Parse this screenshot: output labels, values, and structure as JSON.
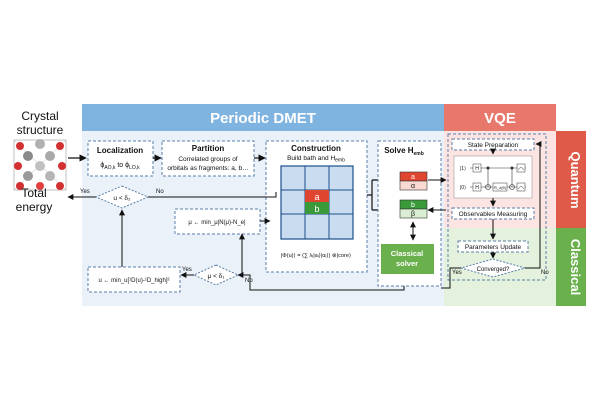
{
  "input": {
    "line1": "Crystal",
    "line2": "structure"
  },
  "output": {
    "line1": "Total",
    "line2": "energy"
  },
  "banners": {
    "dmet": "Periodic DMET",
    "vqe": "VQE",
    "quantum": "Quantum",
    "classical": "Classical"
  },
  "localization": {
    "title": "Localization",
    "formula": "ϕ",
    "sub1": "AO,k",
    "to": " to ϕ",
    "sub2": "LO,k"
  },
  "partition": {
    "title": "Partition",
    "line1": "Correlated groups of",
    "line2": "orbitals as fragments: a, b…"
  },
  "construction": {
    "title": "Construction",
    "line1": "Build bath and H",
    "line1_sub": "emb",
    "formula": "|Φ(u)⟩ = (∑ λᵢ|aᵢ⟩|αᵢ⟩) ⊗|core⟩"
  },
  "grid": {
    "a": "a",
    "b": "b"
  },
  "solve": {
    "title": "Solve H",
    "title_sub": "emb",
    "a": "a",
    "alpha": "α",
    "b": "b",
    "beta": "β"
  },
  "classical_solver": {
    "line1": "Classical",
    "line2": "solver"
  },
  "conditions": {
    "u_check": "u < δ₂",
    "mu_check": "μ < δ₁",
    "converged": "Converged?"
  },
  "labels": {
    "yes": "Yes",
    "no": "No"
  },
  "mu_update": "μ ← min_μ|N(μ)-N_e|",
  "u_update": "u ← min_u[¹D(u)-¹D_high]²",
  "vqe": {
    "state_prep": "State Preparation",
    "observables": "Observables Measuring",
    "params": "Parameters Update",
    "q0": "|0⟩",
    "q1": "|1⟩",
    "gate_h": "H",
    "gate_r": "R_z(θ)"
  },
  "colors": {
    "dmet_header": "#7fb3e0",
    "vqe_header": "#e8786c",
    "quantum": "#e05a4a",
    "classical": "#6ab04c",
    "frag_a": "#e0452f",
    "frag_b": "#3a9a3a",
    "grid": "#c9dcf0"
  }
}
